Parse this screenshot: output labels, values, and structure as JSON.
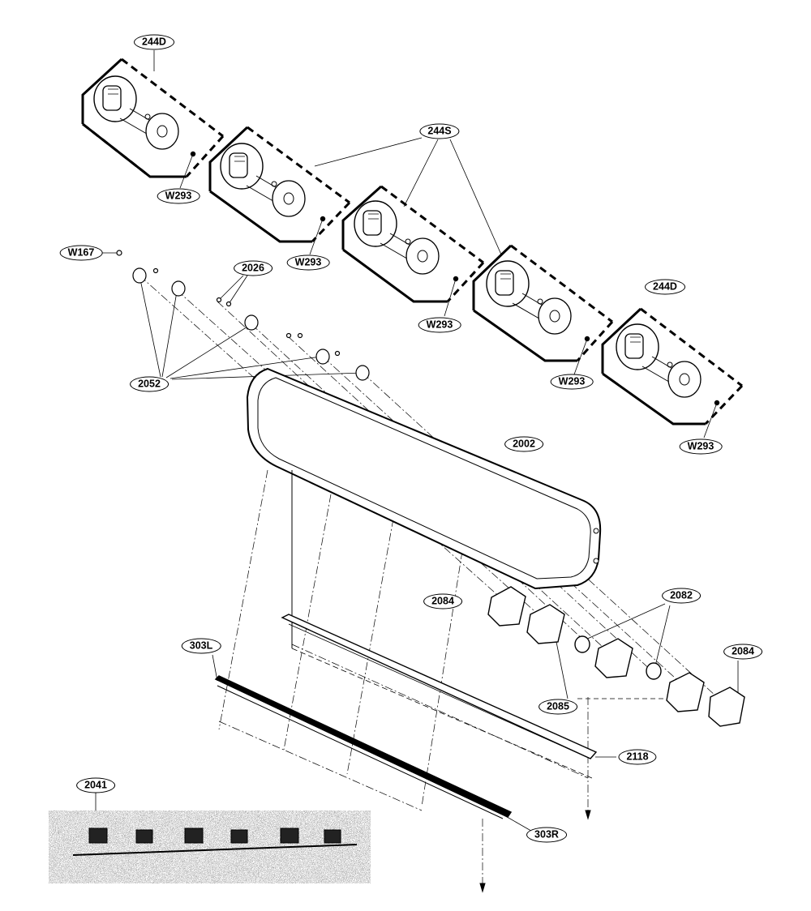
{
  "callouts": {
    "c244d_top": "244D",
    "c244s": "244S",
    "w293_a": "W293",
    "w293_b": "W293",
    "w293_c": "W293",
    "w293_d": "W293",
    "w293_e": "W293",
    "c244d_right": "244D",
    "w167": "W167",
    "c2026": "2026",
    "c2052": "2052",
    "c2002": "2002",
    "c2084_left": "2084",
    "c2082": "2082",
    "c2084_right": "2084",
    "c2085": "2085",
    "c303l": "303L",
    "c2118": "2118",
    "c2041": "2041",
    "c303r": "303R"
  },
  "colors": {
    "line": "#000000",
    "paper": "#ffffff",
    "noise": "#9a9a9a"
  }
}
